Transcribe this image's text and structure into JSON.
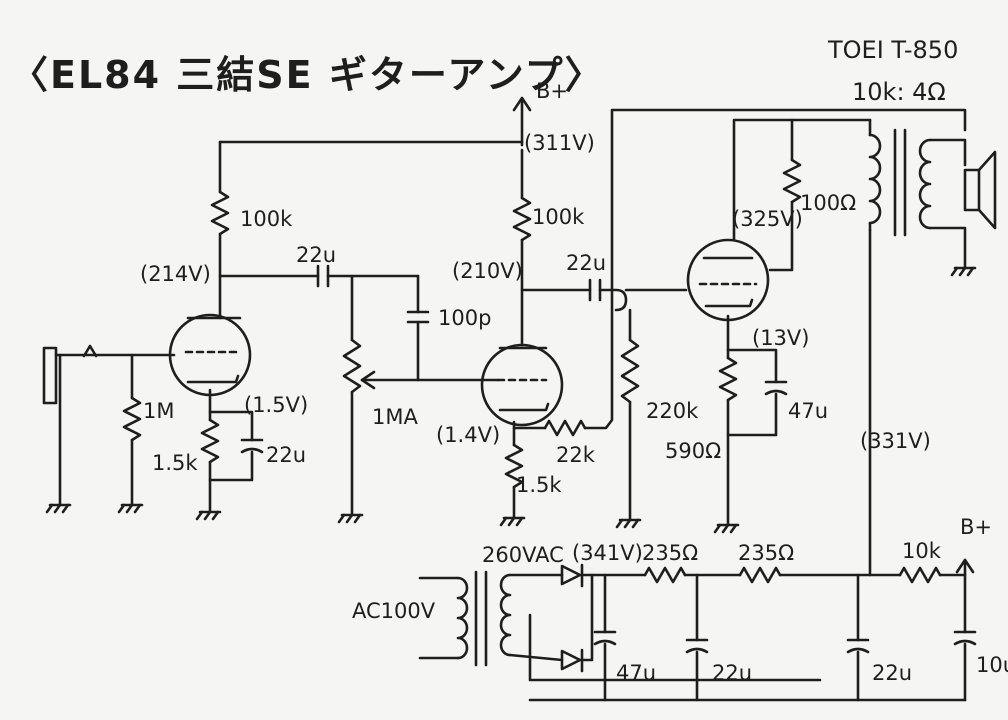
{
  "title": "〈EL84 三結SE ギターアンプ〉",
  "transformer_note": "TOEI T-850",
  "impedance_note": "10k: 4Ω",
  "labels": {
    "bplus_top": "B+",
    "bplus_top_voltage": "(311V)",
    "r_plate1": "100k",
    "v_plate1": "(214V)",
    "c_couple1": "22u",
    "c_bright": "100p",
    "pot": "1MA",
    "r_grid1": "1M",
    "r_cath1": "1.5k",
    "v_cath1": "(1.5V)",
    "c_cath1": "22u",
    "r_plate2": "100k",
    "v_plate2": "(210V)",
    "c_couple2": "22u",
    "v_cath2": "(1.4V)",
    "r_fb": "22k",
    "r_cath2": "1.5k",
    "r_grid3": "220k",
    "v_plate3": "(325V)",
    "r_screen": "100Ω",
    "v_cath3": "(13V)",
    "c_cath3": "47u",
    "r_cath3": "590Ω",
    "v_supply": "(331V)",
    "ac_secondary": "260VAC",
    "v_rect": "(341V)",
    "r_filter1": "235Ω",
    "r_filter2": "235Ω",
    "r_filter3": "10k",
    "bplus_bottom": "B+",
    "ac_input": "AC100V",
    "c_filter1": "47u",
    "c_filter2": "22u",
    "c_filter3": "22u",
    "c_filter4": "10u"
  }
}
